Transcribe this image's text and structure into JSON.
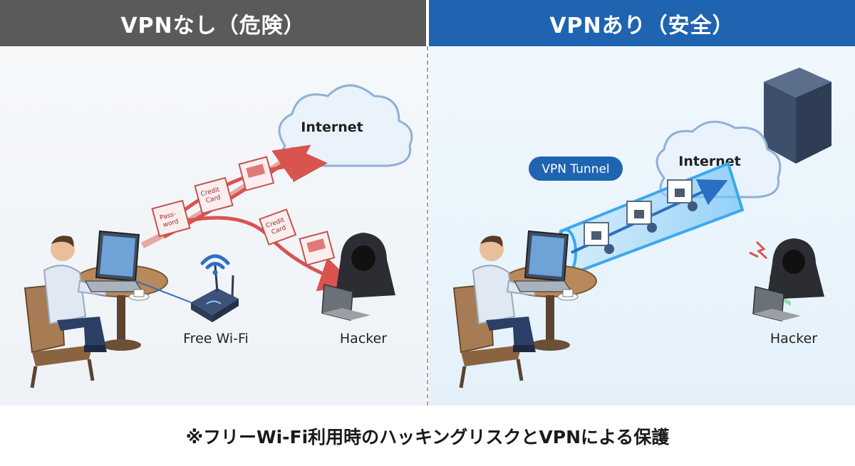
{
  "left_panel": {
    "title": "VPNなし（危険）",
    "labels": {
      "internet": "Internet",
      "wifi": "Free Wi-Fi",
      "hacker": "Hacker",
      "envelope_password": [
        "Pass-",
        "word"
      ],
      "envelope_credit": [
        "Credit",
        "Card"
      ]
    }
  },
  "right_panel": {
    "title": "VPNあり（安全）",
    "labels": {
      "internet": "Internet",
      "tunnel": "VPN Tunnel",
      "hacker": "Hacker"
    }
  },
  "footer": {
    "caption": "※フリーWi-Fi利用時のハッキングリスクとVPNによる保護"
  },
  "colors": {
    "left_header": "#5a5a5a",
    "right_header": "#1f64b0",
    "danger_arrow": "#d9534f",
    "tunnel_glow": "#3aa8f0"
  }
}
